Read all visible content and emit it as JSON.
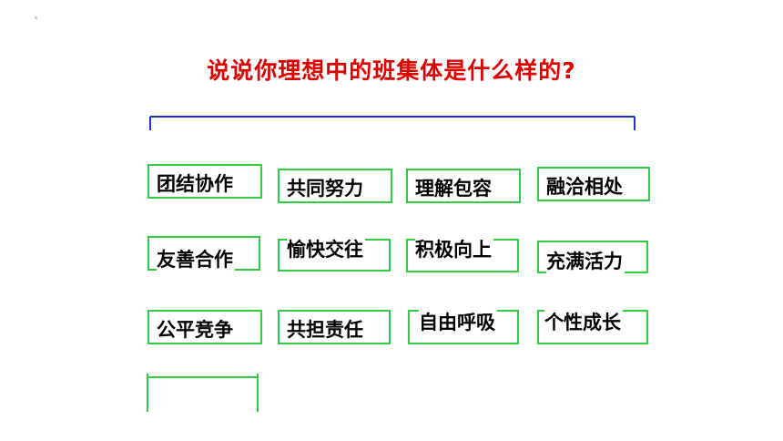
{
  "title": "说说你理想中的班集体是什么样的?",
  "colors": {
    "title": "#e00000",
    "bracket": "#1f2fd0",
    "box": "#2ecc40"
  },
  "rows": [
    [
      "团结协作",
      "共同努力",
      "理解包容",
      "融洽相处"
    ],
    [
      "友善合作",
      "愉快交往",
      "积极向上",
      "充满活力"
    ],
    [
      "公平竞争",
      "共担责任",
      "自由呼吸",
      "个性成长"
    ]
  ]
}
